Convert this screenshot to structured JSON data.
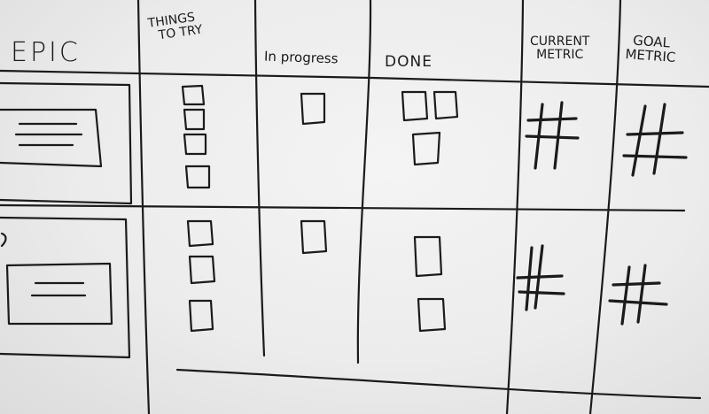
{
  "board": {
    "columns": [
      {
        "key": "epic",
        "lines": [
          "EPIC"
        ]
      },
      {
        "key": "things",
        "lines": [
          "THINGS",
          "TO TRY"
        ]
      },
      {
        "key": "progress",
        "lines": [
          "In progress"
        ]
      },
      {
        "key": "done",
        "lines": [
          "DONE"
        ]
      },
      {
        "key": "current",
        "lines": [
          "CURRENT",
          "METRIC"
        ]
      },
      {
        "key": "goal",
        "lines": [
          "GOAL",
          "METRIC"
        ]
      }
    ],
    "ink_color": "#1b1b1b"
  }
}
